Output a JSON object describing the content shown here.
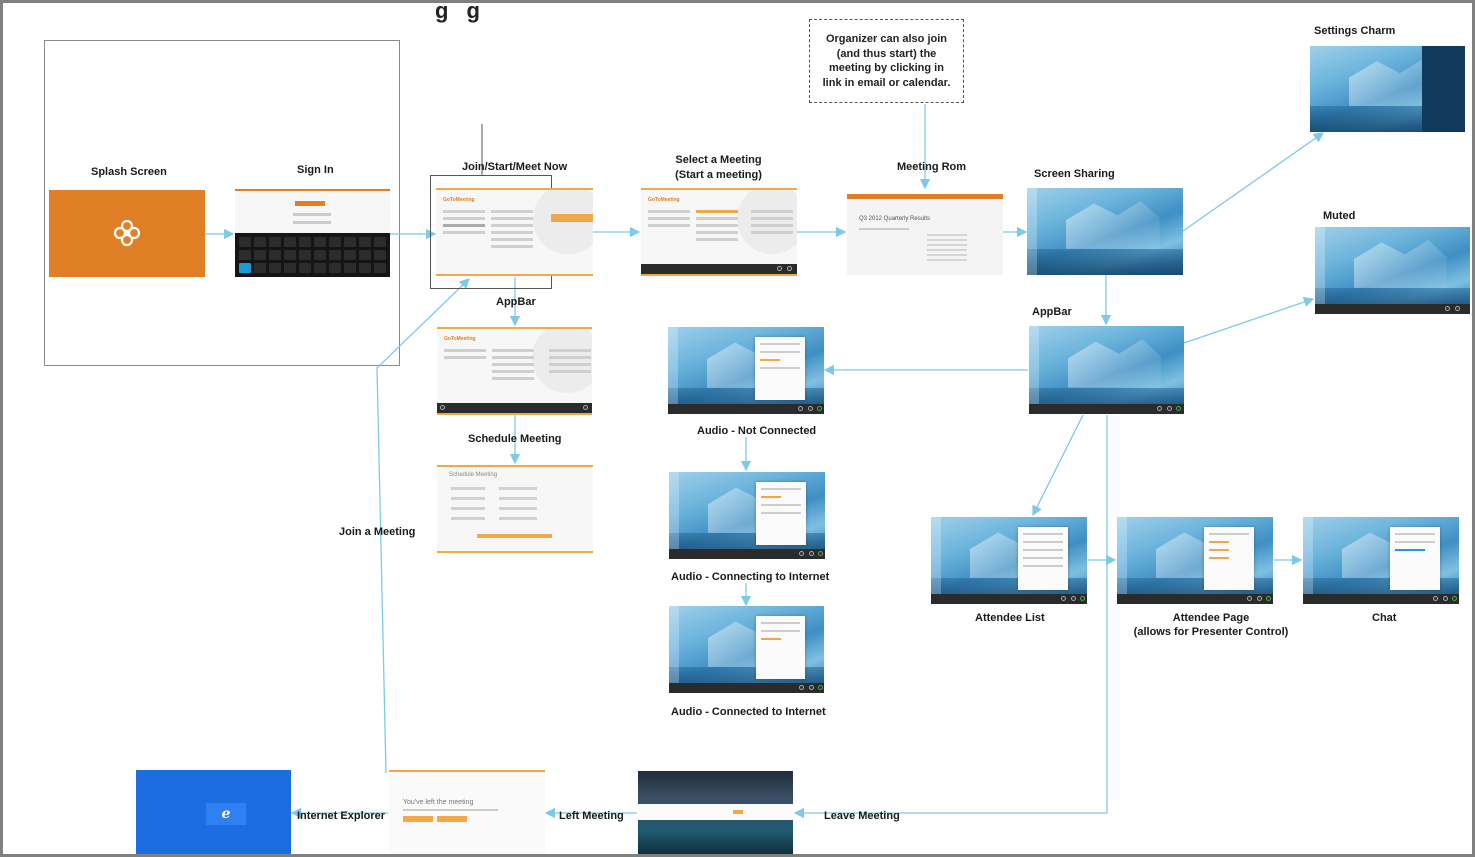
{
  "diagram": {
    "title_fragment": "g  g",
    "note": [
      "Organizer can also join",
      "(and thus start) the",
      "meeting by clicking in",
      "link in email or calendar."
    ],
    "labels": {
      "splash_screen": "Splash Screen",
      "sign_in": "Sign In",
      "join_start": "Join/Start/Meet Now",
      "select_meeting_1": "Select a Meeting",
      "select_meeting_2": "(Start a meeting)",
      "meeting_room": "Meeting Rom",
      "screen_sharing": "Screen Sharing",
      "settings_charm": "Settings Charm",
      "muted": "Muted",
      "appbar_left": "AppBar",
      "appbar_right": "AppBar",
      "schedule_meeting": "Schedule Meeting",
      "audio_not_connected": "Audio - Not Connected",
      "audio_connecting": "Audio - Connecting to Internet",
      "audio_connected": "Audio - Connected to Internet",
      "join_a_meeting": "Join a Meeting",
      "attendee_list": "Attendee List",
      "attendee_page_1": "Attendee Page",
      "attendee_page_2": "(allows for Presenter Control)",
      "chat": "Chat",
      "internet_explorer": "Internet Explorer",
      "left_meeting": "Left Meeting",
      "leave_meeting": "Leave Meeting"
    },
    "thumb_text": {
      "room_title": "Q3 2012 Quarterly Results",
      "left_title": "You've left the meeting",
      "schedule_title": "Schedule Meeting",
      "ie_glyph": "e"
    },
    "colors": {
      "arrow": "#7ccbe6",
      "orange": "#e07f25",
      "ie_blue": "#1c6ee0"
    }
  }
}
